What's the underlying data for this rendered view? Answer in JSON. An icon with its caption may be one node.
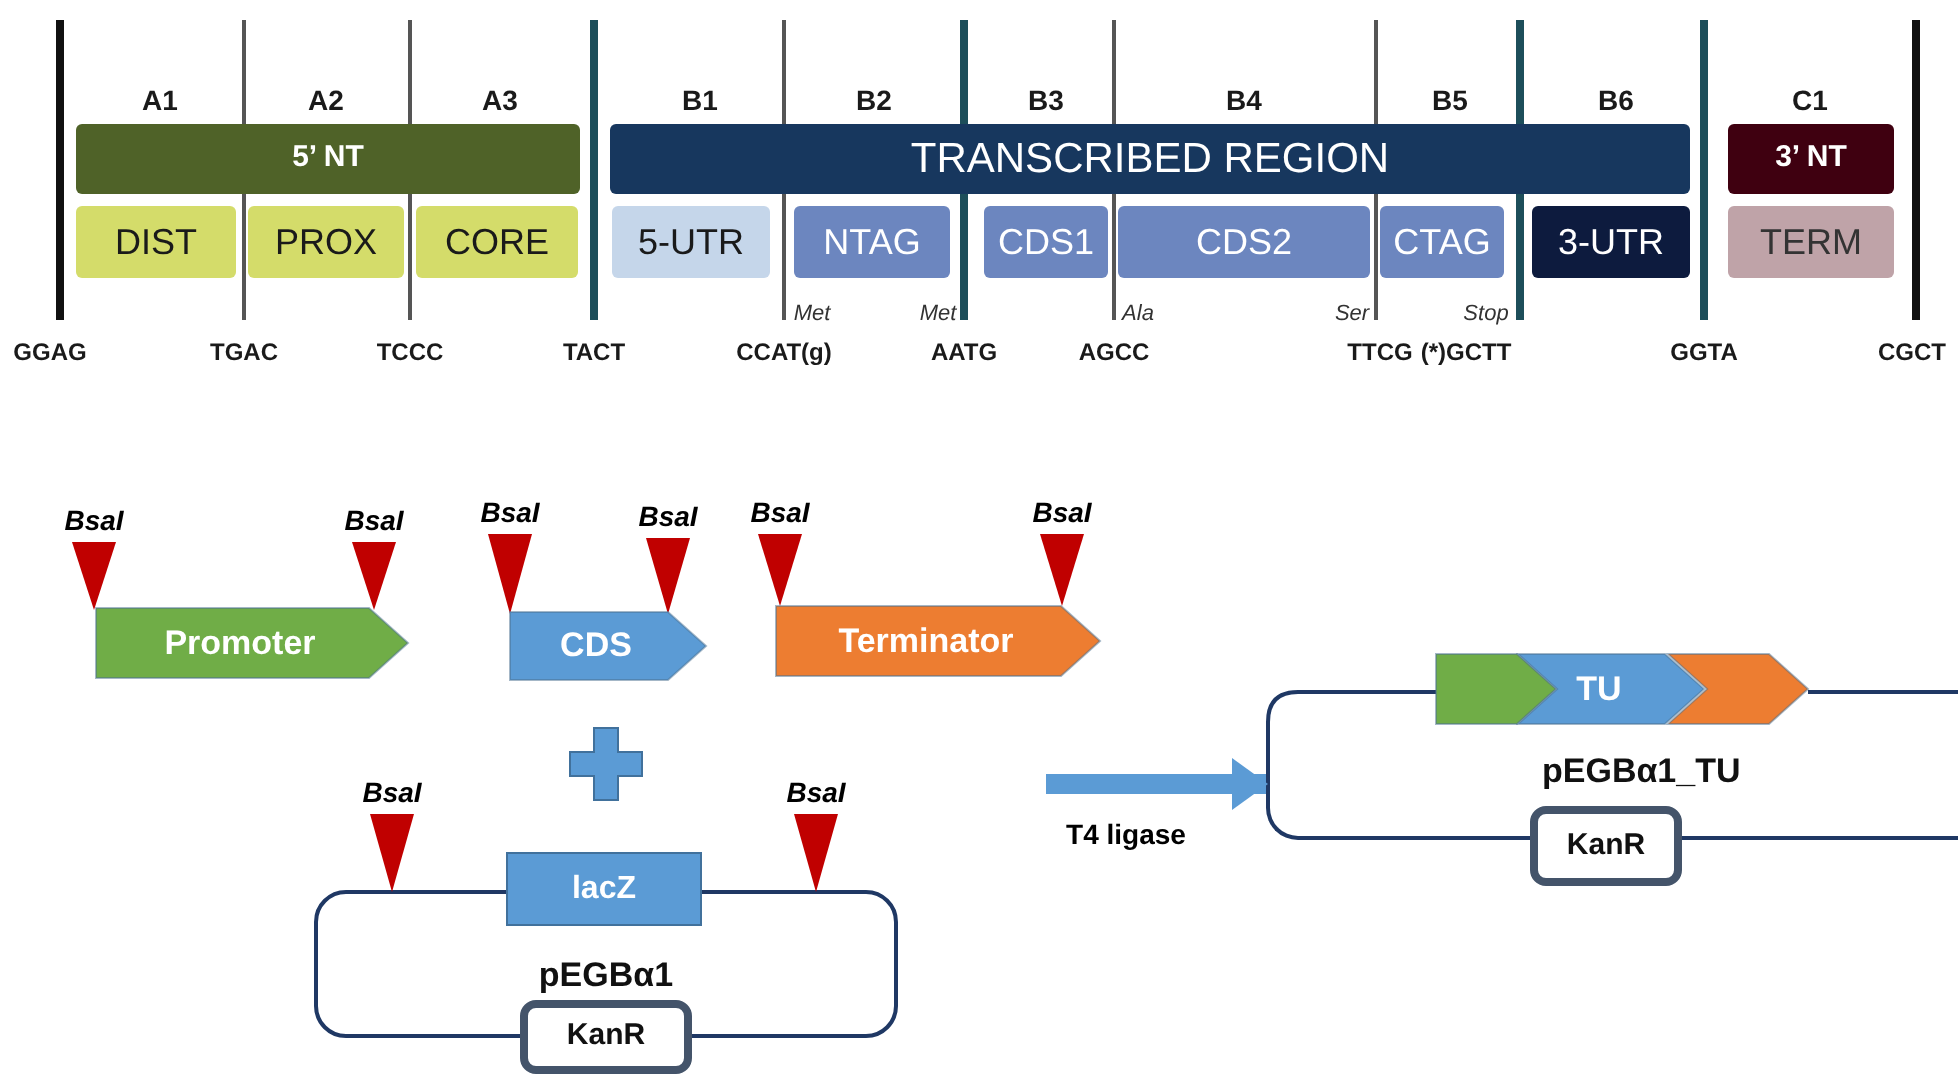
{
  "diagram": {
    "nodes": [
      {
        "text": [
          "5’ NT"
        ]
      },
      {
        "text": [
          "TRANSCRIBED REGION"
        ]
      },
      {
        "text": [
          "3’ NT"
        ]
      },
      {
        "text": [
          "DIST"
        ]
      },
      {
        "text": [
          "PROX"
        ]
      },
      {
        "text": [
          "CORE"
        ]
      },
      {
        "text": [
          "5-UTR"
        ]
      },
      {
        "text": [
          "NTAG"
        ]
      },
      {
        "text": [
          "CDS1"
        ]
      },
      {
        "text": [
          "CDS2"
        ]
      },
      {
        "text": [
          "CTAG"
        ]
      },
      {
        "text": [
          "3-UTR"
        ]
      },
      {
        "text": [
          "TERM"
        ]
      },
      {
        "text": [
          "Promoter"
        ]
      },
      {
        "text": [
          "CDS"
        ]
      },
      {
        "text": [
          "Terminator"
        ]
      },
      {
        "text": [
          "pEGBα1"
        ]
      },
      {
        "text": [
          "lacZ"
        ]
      },
      {
        "text": [
          "KanR"
        ]
      },
      {
        "text": [
          "pEGBα1_TU"
        ]
      },
      {
        "text": [],
        "shape": "pentagon"
      },
      {
        "text": [
          "TU"
        ]
      },
      {
        "text": [],
        "shape": "chevron"
      },
      {
        "text": [
          "KanR"
        ]
      }
    ],
    "edges": [
      {
        "from": null,
        "to": 19,
        "arrow": "to",
        "label": "T4 ligase"
      }
    ],
    "labels": [
      "A1",
      "A2",
      "A3",
      "B1",
      "B2",
      "B3",
      "B4",
      "B5",
      "B6",
      "C1",
      "Met",
      "Met",
      "Ala",
      "Ser",
      "Stop",
      "GGAG",
      "TGAC",
      "TCCC",
      "TACT",
      "CCAT(g)",
      "AATG",
      "AGCC",
      "TTCG",
      "(*)GCTT",
      "GGTA",
      "CGCT",
      "BsaI",
      "BsaI",
      "BsaI",
      "BsaI",
      "BsaI",
      "BsaI",
      "BsaI",
      "BsaI"
    ]
  }
}
